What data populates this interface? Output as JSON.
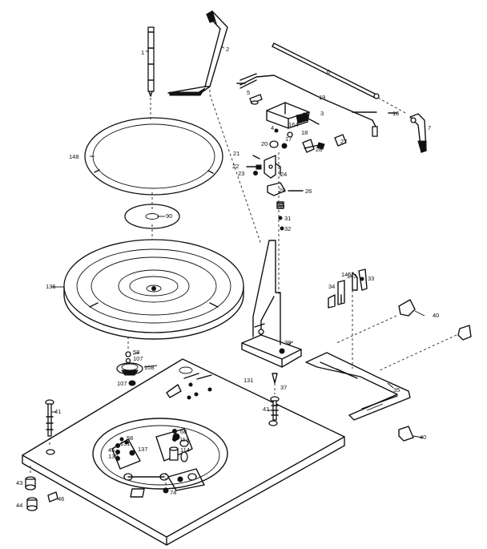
{
  "part_labels": [
    {
      "id": "p1",
      "text": "1"
    },
    {
      "id": "p2",
      "text": "2"
    },
    {
      "id": "p3",
      "text": "3"
    },
    {
      "id": "p4",
      "text": "4"
    },
    {
      "id": "p5",
      "text": "5"
    },
    {
      "id": "p6",
      "text": "6"
    },
    {
      "id": "p7",
      "text": "7"
    },
    {
      "id": "p16",
      "text": "16"
    },
    {
      "id": "p17",
      "text": "17"
    },
    {
      "id": "p18",
      "text": "18"
    },
    {
      "id": "p19",
      "text": "19"
    },
    {
      "id": "p20",
      "text": "20"
    },
    {
      "id": "p21",
      "text": "21"
    },
    {
      "id": "p22",
      "text": "22"
    },
    {
      "id": "p23",
      "text": "23"
    },
    {
      "id": "p24",
      "text": "24"
    },
    {
      "id": "p26",
      "text": "26"
    },
    {
      "id": "p27",
      "text": "27"
    },
    {
      "id": "p28",
      "text": "28"
    },
    {
      "id": "p29",
      "text": "29"
    },
    {
      "id": "p30",
      "text": "30"
    },
    {
      "id": "p31",
      "text": "31"
    },
    {
      "id": "p32",
      "text": "32"
    },
    {
      "id": "p33",
      "text": "33"
    },
    {
      "id": "p34",
      "text": "34"
    },
    {
      "id": "p35",
      "text": "35"
    },
    {
      "id": "p37",
      "text": "37"
    },
    {
      "id": "p38",
      "text": "38"
    },
    {
      "id": "p40a",
      "text": "40"
    },
    {
      "id": "p40b",
      "text": "40"
    },
    {
      "id": "p41a",
      "text": "41"
    },
    {
      "id": "p41b",
      "text": "41"
    },
    {
      "id": "p43",
      "text": "43"
    },
    {
      "id": "p44",
      "text": "44"
    },
    {
      "id": "p45",
      "text": "45"
    },
    {
      "id": "p46",
      "text": "46"
    },
    {
      "id": "p58",
      "text": "58"
    },
    {
      "id": "p68",
      "text": "68"
    },
    {
      "id": "p74",
      "text": "74"
    },
    {
      "id": "p90",
      "text": "90"
    },
    {
      "id": "p107",
      "text": "107"
    },
    {
      "id": "p107b",
      "text": "107"
    },
    {
      "id": "p108",
      "text": "108"
    },
    {
      "id": "p113",
      "text": "113"
    },
    {
      "id": "p114",
      "text": "114"
    },
    {
      "id": "p131",
      "text": "131"
    },
    {
      "id": "p132",
      "text": "132"
    },
    {
      "id": "p137",
      "text": "137"
    },
    {
      "id": "p143",
      "text": "143"
    },
    {
      "id": "p145",
      "text": "145"
    },
    {
      "id": "p136",
      "text": "136"
    },
    {
      "id": "p148",
      "text": "148"
    },
    {
      "id": "p164",
      "text": "164"
    },
    {
      "id": "p58b",
      "text": "58"
    },
    {
      "id": "p131b",
      "text": "131"
    }
  ]
}
